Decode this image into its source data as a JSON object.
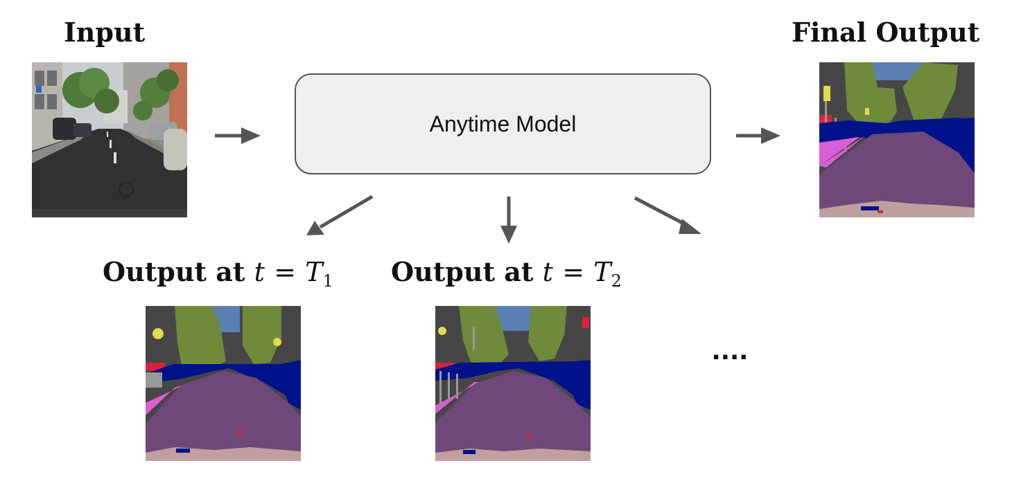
{
  "labels": {
    "input": "Input",
    "final_output": "Final Output",
    "output_prefix": "Output at",
    "t_var": "t",
    "equals": "=",
    "T_var": "T",
    "t1_sub": "1",
    "t2_sub": "2"
  },
  "model": {
    "label": "Anytime Model"
  },
  "ellipsis": "....",
  "colors": {
    "road": "#6e4878",
    "sidewalk": "#d95fd6",
    "car": "#00128a",
    "vegetation": "#6e8a3a",
    "sky": "#5a80b4",
    "building": "#464646",
    "pole": "#999999",
    "sign": "#e0dc50",
    "person": "#d8223c",
    "ground": "#bfa0a0",
    "arrow": "#555555",
    "box_fill": "#efefef",
    "box_border": "#555555"
  },
  "icons": {
    "input_image": "street-photo",
    "segmentation_image": "segmentation-map"
  }
}
